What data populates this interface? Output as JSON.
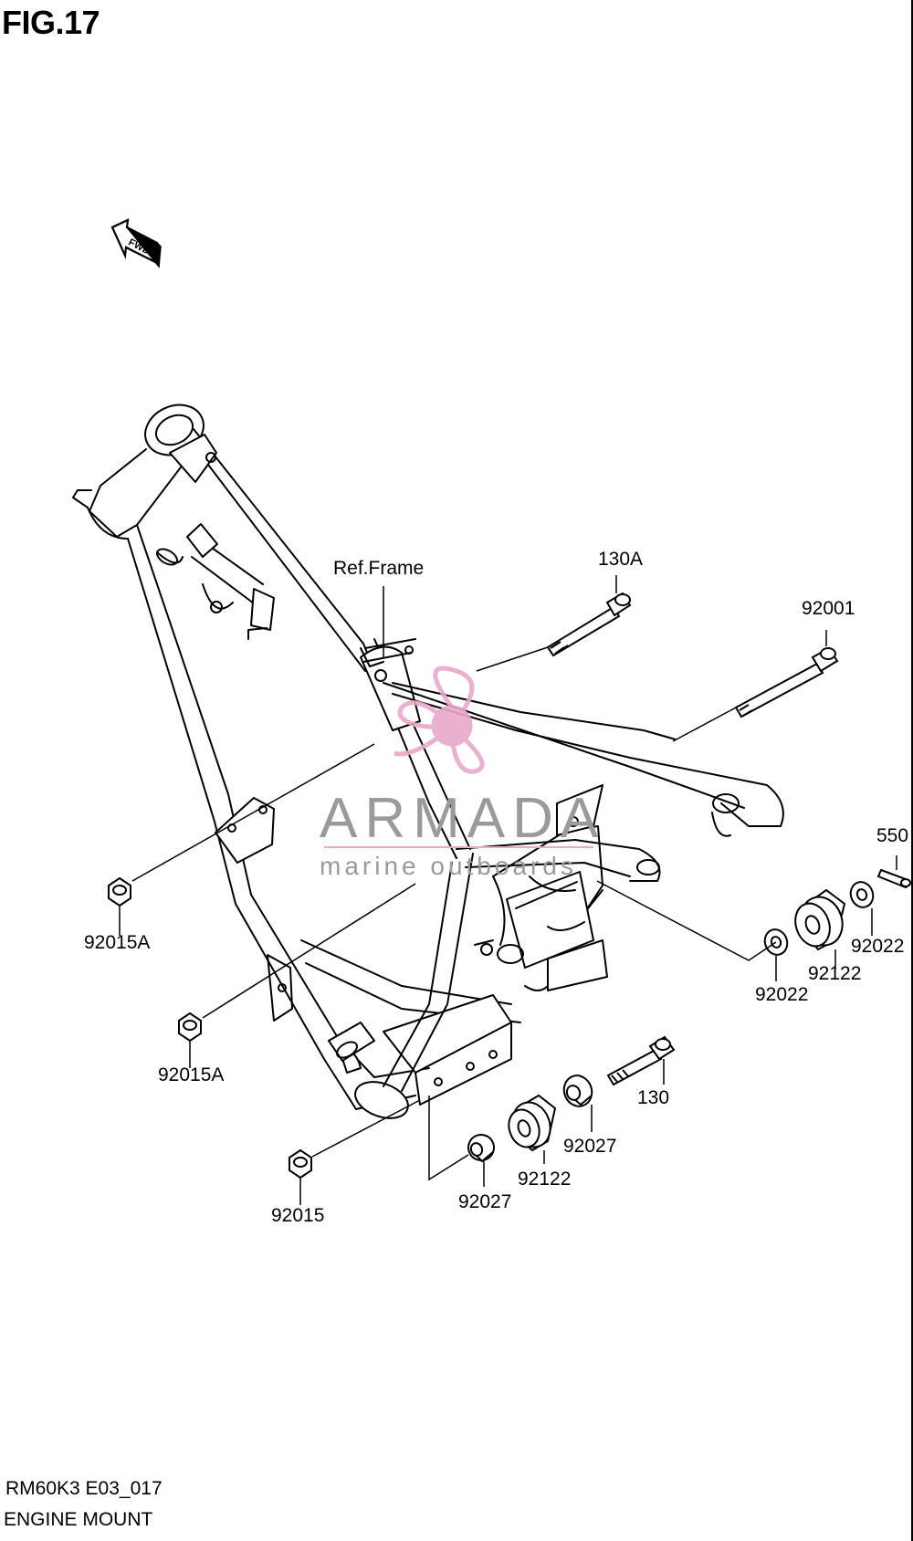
{
  "figure": {
    "title": "FIG.17",
    "code": "RM60K3 E03_017",
    "caption": "ENGINE MOUNT"
  },
  "orientation_badge": "FWD",
  "watermark": {
    "name": "ARMADA",
    "tagline": "marine outboards",
    "logo_color": "#e9a8c8",
    "text_color": "#9a9a9a"
  },
  "callouts": {
    "ref_frame": "Ref.Frame",
    "bolt_130a": "130A",
    "bolt_92001": "92001",
    "pin_550": "550",
    "washer_92022_right": "92022",
    "bushing_92122_upper": "92122",
    "washer_92022_left": "92022",
    "nut_92015a_upper": "92015A",
    "nut_92015a_lower": "92015A",
    "bolt_130": "130",
    "collar_92027_right": "92027",
    "bushing_92122_lower": "92122",
    "collar_92027_left": "92027",
    "nut_92015": "92015"
  }
}
